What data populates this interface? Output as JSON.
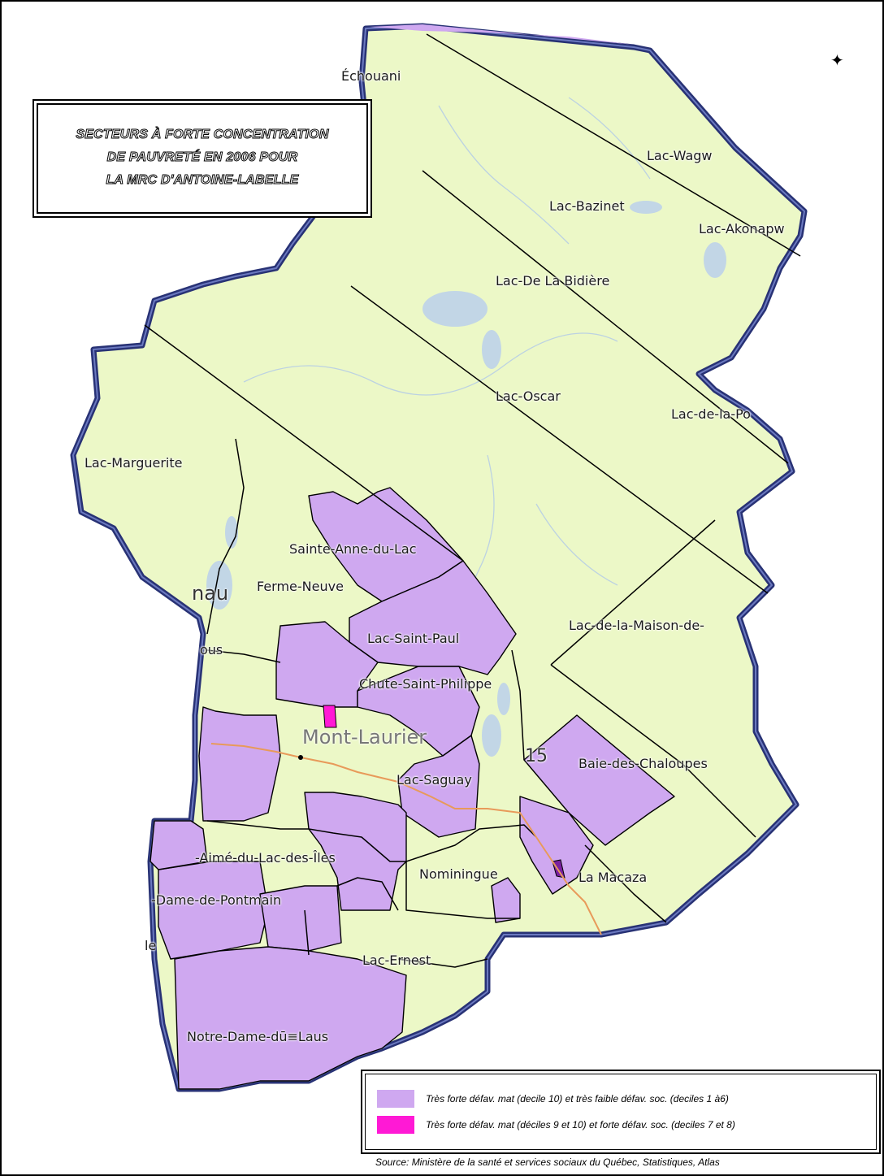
{
  "title": {
    "lines": [
      "SECTEURS À FORTE CONCENTRATION",
      "DE PAUVRETÉ EN 2006 POUR",
      "LA MRC D'ANTOINE-LABELLE"
    ]
  },
  "place_labels": {
    "echouani": "Échouani",
    "lac_wagw": "Lac-Wagw",
    "lac_bazinet": "Lac-Bazinet",
    "lac_akonapw": "Lac-Akonapw",
    "lac_de_la_bidiere": "Lac-De La Bidière",
    "lac_oscar": "Lac-Oscar",
    "lac_de_la_po": "Lac-de-la-Po",
    "lac_marguerite": "Lac-Marguerite",
    "sainte_anne_du_lac": "Sainte-Anne-du-Lac",
    "ferme_neuve": "Ferme-Neuve",
    "lac_saint_paul": "Lac-Saint-Paul",
    "lac_de_la_maison_de": "Lac-de-la-Maison-de-",
    "chute_saint_philippe": "Chute-Saint-Philippe",
    "mont_laurier": "Mont-Laurier",
    "baie_des_chaloupes": "Baie-des-Chaloupes",
    "lac_saguay": "Lac-Saguay",
    "aime_du_lac_des_iles": "-Aimé-du-Lac-des-Îles",
    "nominingue": "Nominingue",
    "la_macaza": "La Macaza",
    "dame_de_pontmain": "-Dame-de-Pontmain",
    "lac_ernest": "Lac-Ernest",
    "notre_dame_du_laus": "Notre-Dame-dū≡Laus",
    "route_15": "15",
    "fragment_nau": "nau",
    "fragment_ous": "ous",
    "fragment_le": "le"
  },
  "legend": {
    "items": [
      {
        "color": "#cfa8f0",
        "text": "Très forte défav. mat (decile 10) et très faible défav. soc. (deciles 1 à6)"
      },
      {
        "color": "#ff19d5",
        "text": "Très forte défav. mat (déciles 9 et 10) et forte défav. soc. (deciles 7 et 8)"
      }
    ]
  },
  "source": "Source: Ministère de la santé et services sociaux du Québec, Statistiques, Atlas",
  "colors": {
    "base_fill": "#ecf8c7",
    "poverty_high": "#cfa8f0",
    "poverty_very_high": "#ff19d5",
    "outer_border": "#283275",
    "water": "#c2d6e6",
    "road": "#e89a5a"
  },
  "icons": {
    "north_arrow": "compass-star-icon"
  }
}
